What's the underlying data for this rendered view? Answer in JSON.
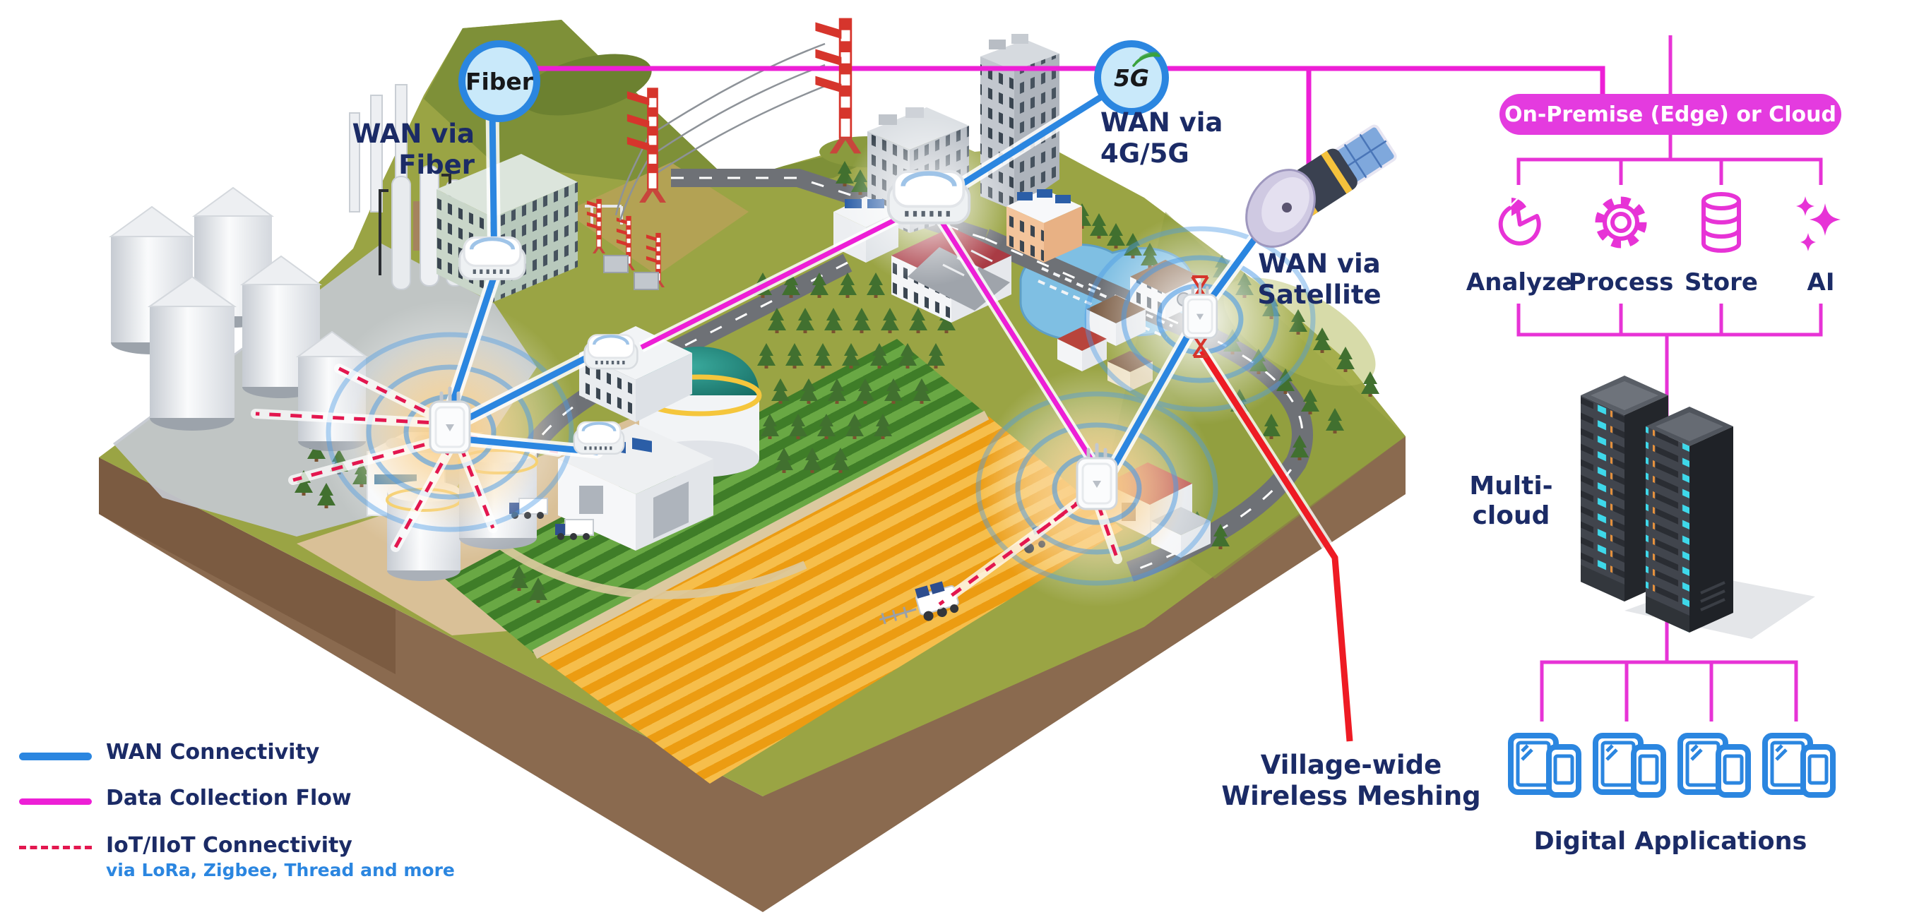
{
  "nodes": {
    "fiber": {
      "badge": "Fiber",
      "caption_line1": "WAN via",
      "caption_line2": "Fiber"
    },
    "cellular": {
      "badge": "5G",
      "caption_line1": "WAN via",
      "caption_line2": "4G/5G"
    },
    "satellite": {
      "caption_line1": "WAN via",
      "caption_line2": "Satellite"
    },
    "mesh": {
      "caption_line1": "Village-wide",
      "caption_line2": "Wireless Meshing"
    }
  },
  "cloud_panel": {
    "header": "On-Premise (Edge) or Cloud",
    "functions": [
      {
        "label": "Analyze",
        "icon": "pie-chart-icon"
      },
      {
        "label": "Process",
        "icon": "gear-icon"
      },
      {
        "label": "Store",
        "icon": "database-icon"
      },
      {
        "label": "AI",
        "icon": "sparkles-icon"
      }
    ],
    "multicloud_label": "Multi-cloud",
    "applications_label": "Digital Applications",
    "application_count": 4
  },
  "legend": {
    "items": [
      {
        "label": "WAN Connectivity",
        "style": "solid",
        "color": "#2b86e0"
      },
      {
        "label": "Data Collection Flow",
        "style": "solid",
        "color": "#ed1fd6"
      },
      {
        "label": "IoT/IIoT Connectivity",
        "sublabel": "via LoRa, Zigbee, Thread and more",
        "style": "dashed",
        "color": "#e3174f"
      }
    ]
  },
  "colors": {
    "wan_blue": "#2b86e0",
    "data_magenta": "#ed1fd6",
    "iot_crimson": "#e3174f",
    "mesh_red": "#ee1b24",
    "navy_text": "#1b2b66",
    "node_fill": "#c9e9fa",
    "panel_magenta": "#e733d6",
    "pill_magenta": "#e43bdf",
    "signal_green": "#3aa23c"
  }
}
